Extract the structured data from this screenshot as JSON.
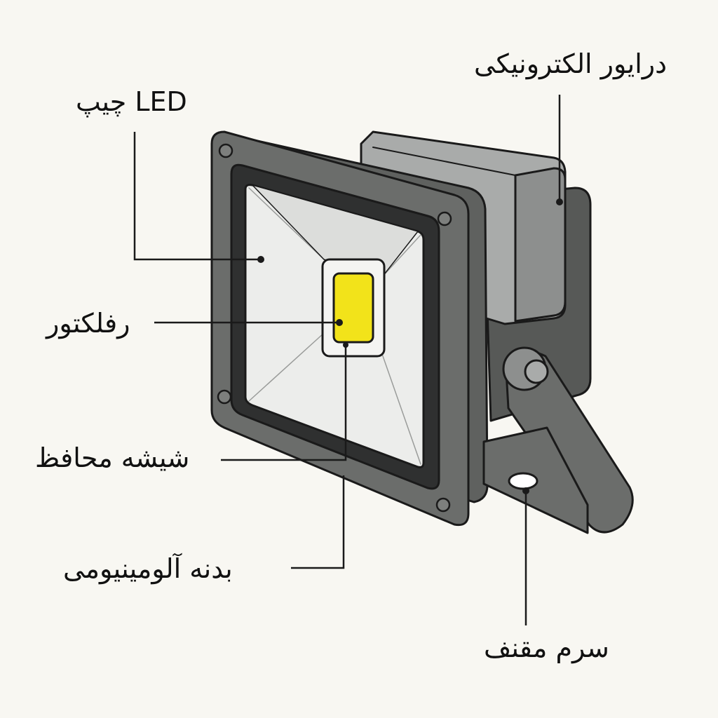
{
  "labels": {
    "led_chip": "چیپ LED",
    "driver": "درایور الکترونیکی",
    "reflector": "رفلکتور",
    "glass": "شیشه محافظ",
    "body": "بدنه آلومینیومی",
    "bracket_head": "سرم مقنف"
  },
  "colors": {
    "background": "#f8f7f2",
    "frame": "#6b6d6b",
    "gasket": "#2f3030",
    "reflector": "#ecedeb",
    "led": "#f2e31a",
    "outline": "#1a1a1a"
  }
}
